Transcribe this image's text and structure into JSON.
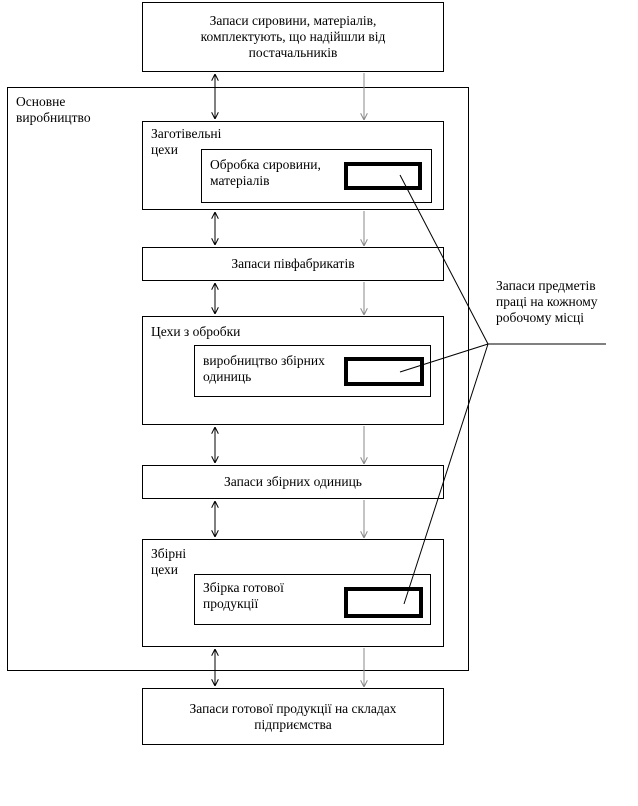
{
  "supply_box": {
    "text": "Запаси сировини, матеріалів, комплектують, що надійшли від постачальників"
  },
  "main_production": {
    "label": "Основне виробництво"
  },
  "procurement_shops": {
    "label": "Заготівельні цехи",
    "inner": "Обробка сировини, матеріалів"
  },
  "semi_products": {
    "text": "Запаси півфабрикатів"
  },
  "processing_shops": {
    "label": "Цехи з обробки",
    "inner": "виробництво збірних одиниць"
  },
  "assembly_units": {
    "text": "Запаси збірних одиниць"
  },
  "assembly_shops": {
    "label": "Збірні цехи",
    "inner": "Збірка готової продукції"
  },
  "finished_goods": {
    "text": "Запаси готової продукції на складах підприємства"
  },
  "callout": {
    "text": "Запаси предметів праці на кожному робочому місці"
  }
}
